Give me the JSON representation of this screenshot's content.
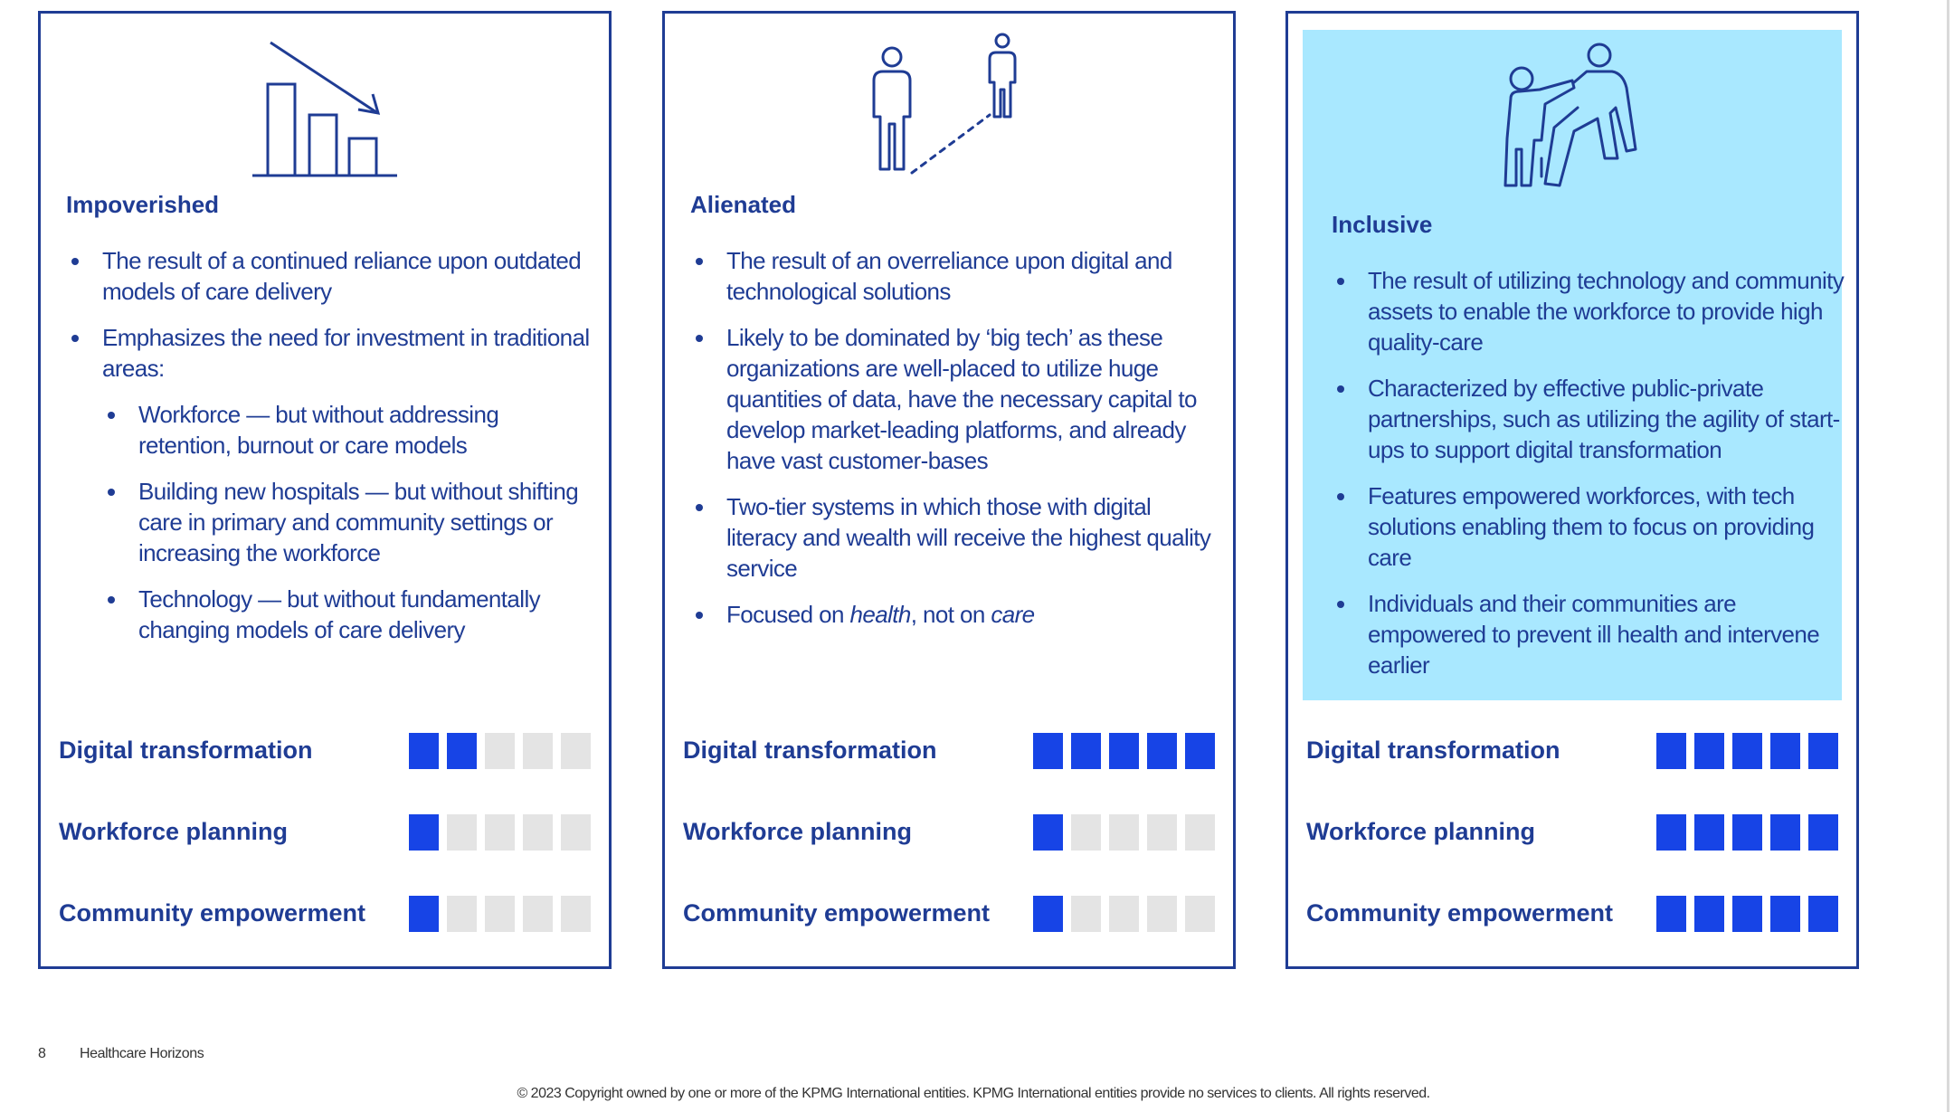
{
  "cards": [
    {
      "title": "Impoverished",
      "bullets": [
        {
          "text": "The result of a continued reliance upon outdated models of care delivery"
        },
        {
          "text": "Emphasizes the need for investment in traditional areas:",
          "sub": [
            "Workforce — but without addressing retention, burnout or care models",
            "Building new hospitals — but without shifting care in primary and community settings or increasing the workforce",
            "Technology — but without fundamentally changing models of care delivery"
          ]
        }
      ],
      "ratings": [
        {
          "label": "Digital transformation",
          "value": 2,
          "max": 5
        },
        {
          "label": "Workforce planning",
          "value": 1,
          "max": 5
        },
        {
          "label": "Community empowerment",
          "value": 1,
          "max": 5
        }
      ]
    },
    {
      "title": "Alienated",
      "bullets": [
        {
          "text": "The result of an overreliance upon digital and technological solutions"
        },
        {
          "text": "Likely to be dominated by ‘big tech’ as these organizations are well-placed to utilize huge quantities of data, have the necessary capital to develop market-leading platforms, and already have vast customer-bases"
        },
        {
          "text": "Two-tier systems in which those with digital literacy and wealth will receive the highest quality service"
        },
        {
          "text_pre": "Focused on ",
          "text_em1": "health",
          "text_mid": ", not on ",
          "text_em2": "care"
        }
      ],
      "ratings": [
        {
          "label": "Digital transformation",
          "value": 5,
          "max": 5
        },
        {
          "label": "Workforce planning",
          "value": 1,
          "max": 5
        },
        {
          "label": "Community empowerment",
          "value": 1,
          "max": 5
        }
      ]
    },
    {
      "title": "Inclusive",
      "bullets": [
        {
          "text": "The result of utilizing technology and community assets to enable the workforce to provide high quality-care"
        },
        {
          "text": "Characterized by effective public-private partnerships, such as utilizing the agility of start-ups to support digital transformation"
        },
        {
          "text": "Features empowered workforces, with tech solutions enabling them to focus on providing care"
        },
        {
          "text": "Individuals and their communities are empowered to prevent ill health and intervene earlier"
        }
      ],
      "ratings": [
        {
          "label": "Digital transformation",
          "value": 5,
          "max": 5
        },
        {
          "label": "Workforce planning",
          "value": 5,
          "max": 5
        },
        {
          "label": "Community empowerment",
          "value": 5,
          "max": 5
        }
      ]
    }
  ],
  "footer": {
    "page_number": "8",
    "title": "Healthcare Horizons",
    "copyright": "© 2023 Copyright owned by one or more of the KPMG International entities. KPMG International entities provide no services to clients. All rights reserved."
  },
  "colors": {
    "text_navy": "#1f3c94",
    "square_on": "#1744e6",
    "square_off": "#e4e4e4",
    "highlight": "#a9e8ff"
  },
  "icons": [
    "declining-bar-chart-icon",
    "distant-people-icon",
    "helping-hand-icon"
  ]
}
